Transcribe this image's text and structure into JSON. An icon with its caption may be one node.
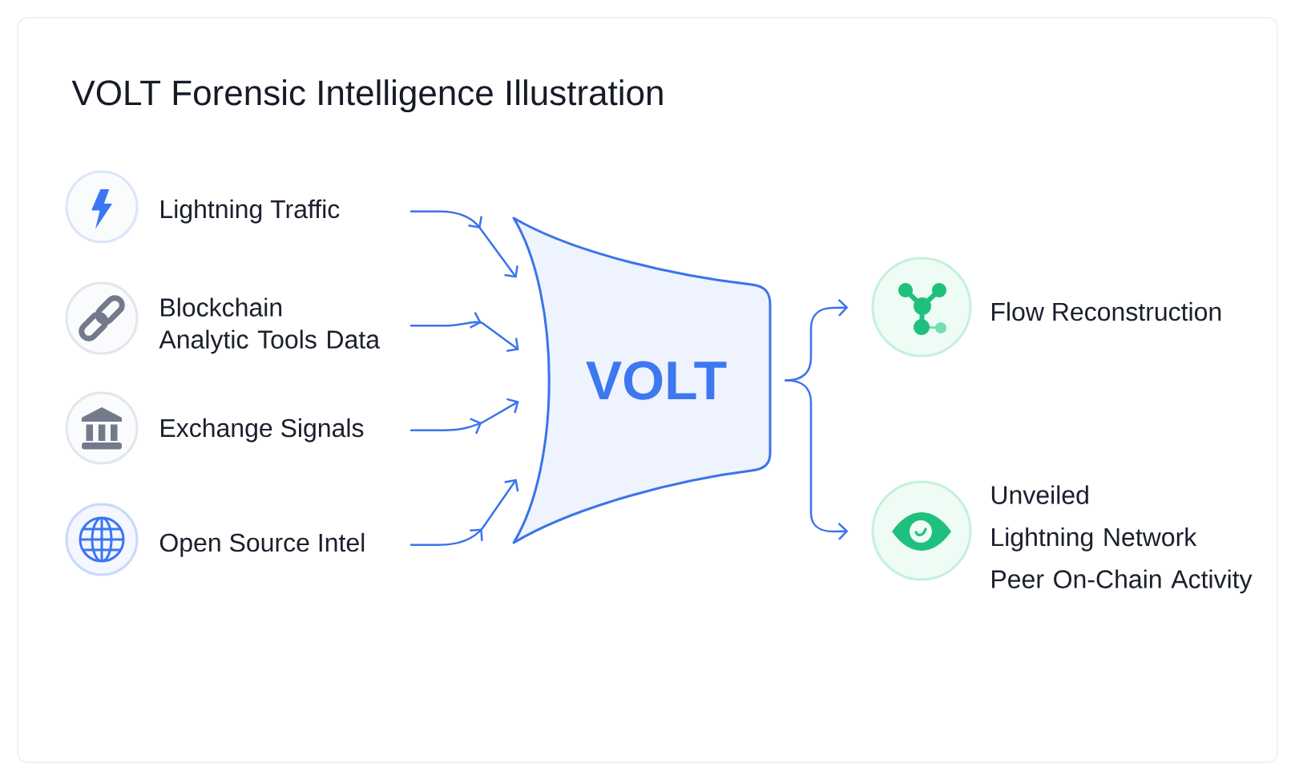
{
  "diagram": {
    "title": "VOLT Forensic Intelligence Illustration",
    "nodes": [
      {
        "text": [
          "Lightning Traffic"
        ]
      },
      {
        "text": [
          "Blockchain Analytic Tools Data"
        ]
      },
      {
        "text": [
          "Exchange Signals"
        ]
      },
      {
        "text": [
          "Open Source Intel"
        ]
      },
      {
        "text": [
          "VOLT"
        ]
      },
      {
        "text": [
          "Flow Reconstruction"
        ]
      },
      {
        "text": [
          "Unveiled Lightning Network Peer On-Chain Activity"
        ]
      }
    ],
    "edges": [
      {
        "from": 0,
        "to": 4,
        "arrow": "to"
      },
      {
        "from": 1,
        "to": 4,
        "arrow": "to"
      },
      {
        "from": 2,
        "to": 4,
        "arrow": "to"
      },
      {
        "from": 3,
        "to": 4,
        "arrow": "to"
      },
      {
        "from": 4,
        "to": 5,
        "arrow": "to"
      },
      {
        "from": 4,
        "to": 6,
        "arrow": "to"
      }
    ]
  }
}
